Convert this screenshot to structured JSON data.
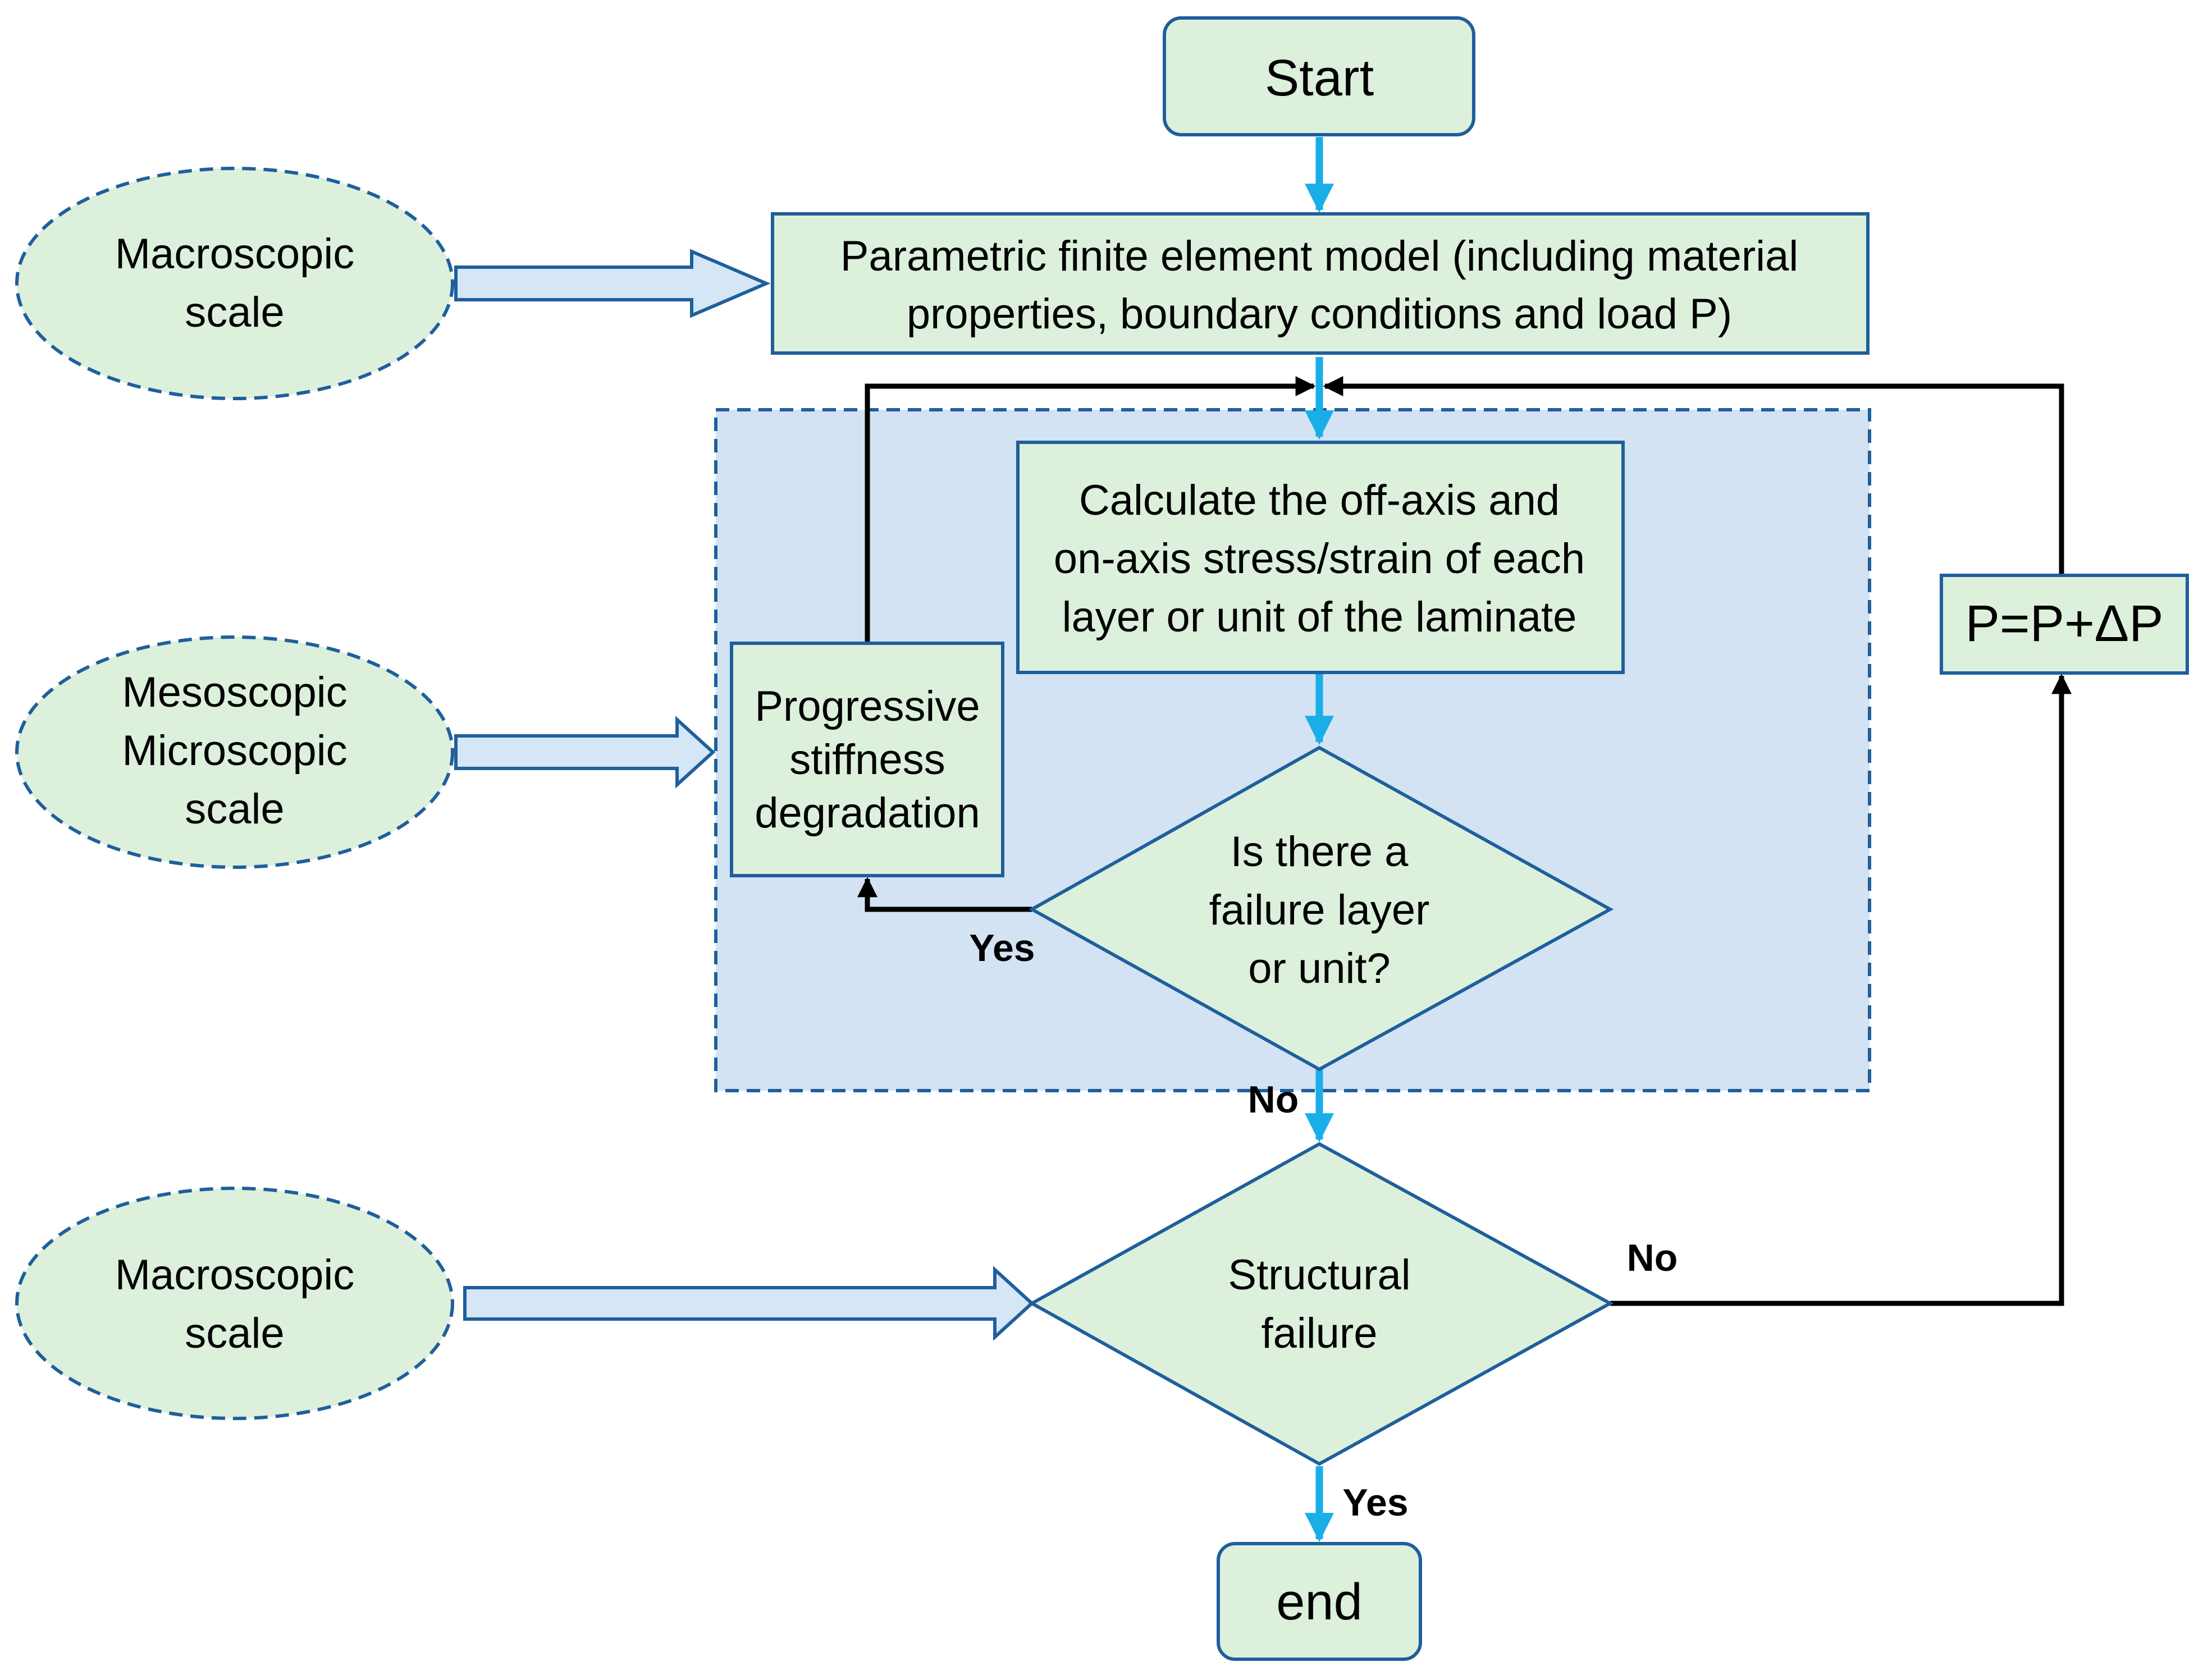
{
  "colors": {
    "node_fill": "#dcf0dc",
    "node_stroke": "#1f5f9c",
    "region_fill": "#d3e3f4",
    "region_stroke": "#1f5f9c",
    "flow_arrow": "#1aaee8",
    "loop_arrow": "#000000",
    "block_arrow_fill": "#d5e6f6"
  },
  "nodes": {
    "start": "Start",
    "fem_model": [
      "Parametric finite element model (including material",
      "properties, boundary conditions and load P)"
    ],
    "calc_stress": [
      "Calculate the off-axis and",
      "on-axis stress/strain of each",
      "layer or unit of the laminate"
    ],
    "failure_layer": [
      "Is there a",
      "failure layer",
      "or unit?"
    ],
    "progressive": [
      "Progressive",
      "stiffness",
      "degradation"
    ],
    "structural_failure": [
      "Structural",
      "failure"
    ],
    "increment": "P=P+ΔP",
    "end": "end"
  },
  "scales": {
    "top": [
      "Macroscopic",
      "scale"
    ],
    "middle": [
      "Mesoscopic",
      "Microscopic",
      "scale"
    ],
    "bottom": [
      "Macroscopic",
      "scale"
    ]
  },
  "edge_labels": {
    "failure_yes": "Yes",
    "failure_no": "No",
    "structural_no": "No",
    "structural_yes": "Yes"
  }
}
